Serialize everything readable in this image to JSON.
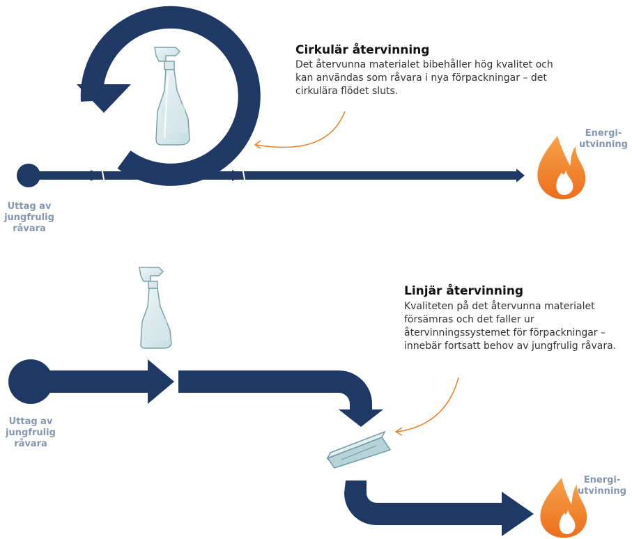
{
  "circular": {
    "title": "Cirkulär återvinning",
    "text": "Det återvunna materialet bibehåller hög kvalitet och kan användas som råvara i nya förpackningar – det cirkulära flödet sluts.",
    "start_label_1": "Uttag av",
    "start_label_2": "jungfrulig",
    "start_label_3": "råvara",
    "end_label_1": "Energi-",
    "end_label_2": "utvinning",
    "icons": [
      "spray-bottle",
      "flame"
    ]
  },
  "linear": {
    "title": "Linjär återvinning",
    "text": "Kvaliteten på det återvunna materialet försämras och det faller ur återvinningssystemet för förpackningar – innebär fortsatt behov av jungfrulig råvara.",
    "start_label_1": "Uttag av",
    "start_label_2": "jungfrulig",
    "start_label_3": "råvara",
    "end_label_1": "Energi-",
    "end_label_2": "utvinning",
    "icons": [
      "spray-bottle",
      "crushed-material",
      "flame"
    ]
  },
  "colors": {
    "flow": "#1f3864",
    "label": "#8597b0",
    "accent": "#f07d22",
    "title": "#111111"
  }
}
